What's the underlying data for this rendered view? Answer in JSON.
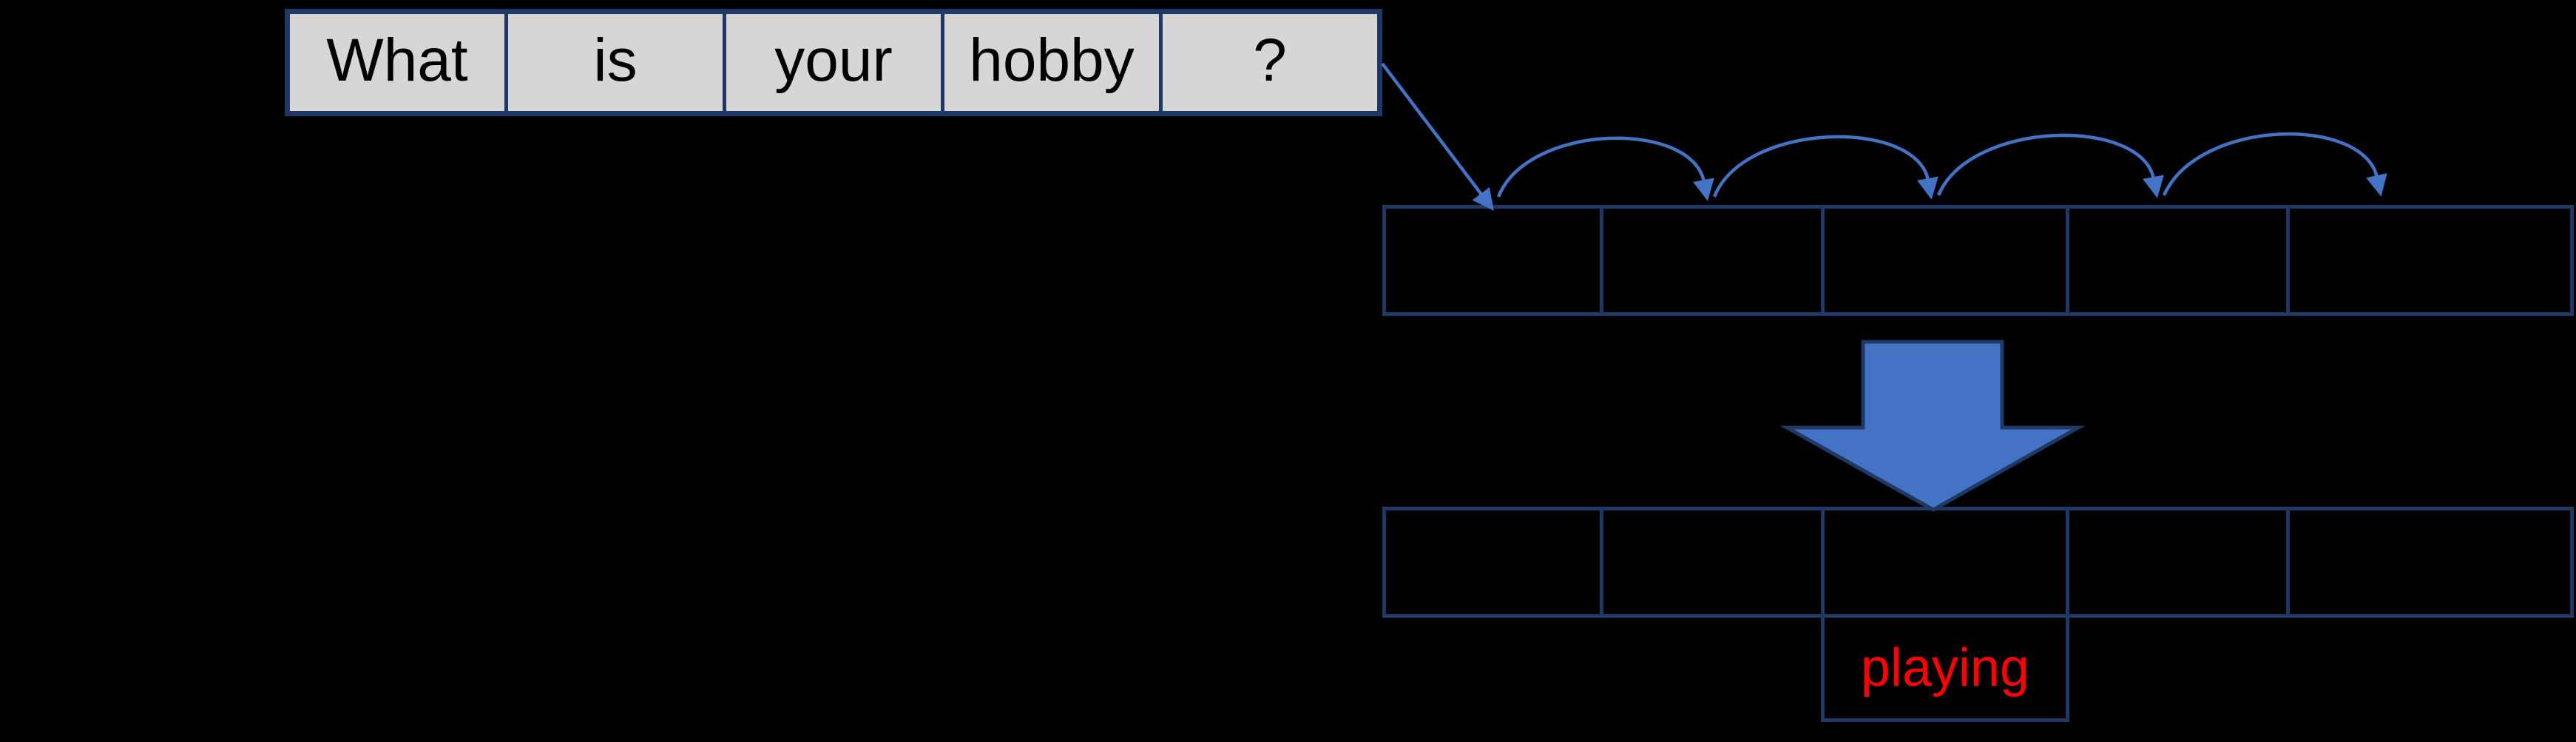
{
  "colors": {
    "background": "#000000",
    "sentence_cell_fill": "#d6d6d6",
    "border_navy": "#1f3864",
    "arrow_blue": "#4472c4",
    "prediction_red": "#ff0000",
    "sentence_text": "#000000"
  },
  "sentence_row": {
    "words": [
      "What",
      "is",
      "your",
      "hobby",
      "?"
    ]
  },
  "embedding_row": {
    "cell_count": 5
  },
  "output_row": {
    "cell_count": 5
  },
  "prediction": {
    "word": "playing"
  },
  "icons": {
    "input_arrow": "diagonal-arrow-icon",
    "hop_arrow": "arc-hop-arrow-icon",
    "transform_arrow": "big-down-arrow-icon"
  }
}
